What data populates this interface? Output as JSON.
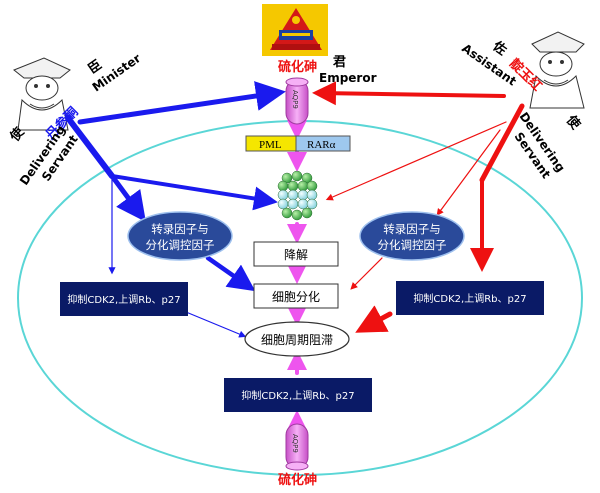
{
  "drug_top": "硫化砷",
  "drug_bottom": "硫化砷",
  "emperor": {
    "cn": "君",
    "en": "Emperor"
  },
  "minister": {
    "cn": "臣",
    "en": "Minister",
    "drug": "丹参酮"
  },
  "assistant": {
    "cn": "佐",
    "en": "Assistant",
    "drug": "靛玉红"
  },
  "servant_left": {
    "cn": "使",
    "line1": "Delivering",
    "line2": "Servant"
  },
  "servant_right": {
    "cn": "使",
    "line1": "Delivering",
    "line2": "Servant"
  },
  "channel_label": "AQP9",
  "pml": "PML",
  "rara": "RARα",
  "tf_left": {
    "line1": "转录因子与",
    "line2": "分化调控因子"
  },
  "tf_right": {
    "line1": "转录因子与",
    "line2": "分化调控因子"
  },
  "degradation": "降解",
  "differentiation": "细胞分化",
  "arrest": "细胞周期阻滞",
  "cdk_left": "抑制CDK2,上调Rb、p27",
  "cdk_right": "抑制CDK2,上调Rb、p27",
  "cdk_bottom": "抑制CDK2,上调Rb、p27",
  "colors": {
    "blue": "#1a1aee",
    "red": "#ee1111",
    "magenta": "#ee55ee",
    "cell": "#5ad6d6",
    "navy": "#0a1a66",
    "oval": "#2a4a9a",
    "pml": "#f5e600",
    "rara": "#9ec8ee"
  }
}
